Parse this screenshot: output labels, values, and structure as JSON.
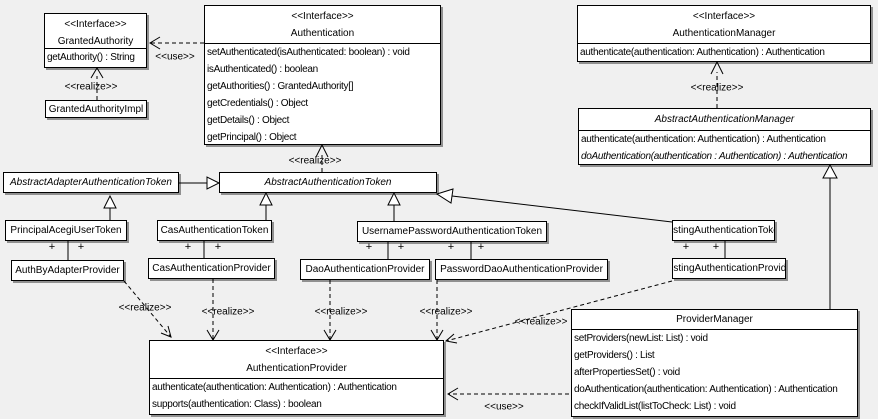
{
  "diagram": {
    "background_color": "#f0f0f0",
    "box_fill": "#ffffff",
    "line_color": "#000000"
  },
  "edges": {
    "realize_label": "<<realize>>",
    "use_label": "<<use>>",
    "plus_label": "+"
  },
  "classes": {
    "granted_authority": {
      "stereotype": "<<Interface>>",
      "name": "GrantedAuthority",
      "methods": [
        "getAuthority() : String"
      ]
    },
    "granted_authority_impl": {
      "name": "GrantedAuthorityImpl"
    },
    "authentication": {
      "stereotype": "<<Interface>>",
      "name": "Authentication",
      "methods": [
        "setAuthenticated(isAuthenticated: boolean) : void",
        "isAuthenticated() : boolean",
        "getAuthorities() : GrantedAuthority[]",
        "getCredentials() : Object",
        "getDetails() : Object",
        "getPrincipal() : Object"
      ]
    },
    "authentication_manager": {
      "stereotype": "<<Interface>>",
      "name": "AuthenticationManager",
      "methods": [
        "authenticate(authentication: Authentication) : Authentication"
      ]
    },
    "abstract_authentication_manager": {
      "name": "AbstractAuthenticationManager",
      "methods": [
        "authenticate(authentication: Authentication) : Authentication",
        "doAuthentication(authentication : Authentication) : Authentication"
      ]
    },
    "abstract_adapter_authentication_token": {
      "name": "AbstractAdapterAuthenticationToken"
    },
    "abstract_authentication_token": {
      "name": "AbstractAuthenticationToken"
    },
    "principal_acegi_user_token": {
      "name": "PrincipalAcegiUserToken"
    },
    "cas_authentication_token": {
      "name": "CasAuthenticationToken"
    },
    "username_password_authentication_token": {
      "name": "UsernamePasswordAuthenticationToken"
    },
    "testing_authentication_token": {
      "name": "TestingAuthenticationToken"
    },
    "auth_by_adapter_provider": {
      "name": "AuthByAdapterProvider"
    },
    "cas_authentication_provider": {
      "name": "CasAuthenticationProvider"
    },
    "dao_authentication_provider": {
      "name": "DaoAuthenticationProvider"
    },
    "password_dao_authentication_provider": {
      "name": "PasswordDaoAuthenticationProvider"
    },
    "testing_authentication_provider": {
      "name": "TestingAuthenticationProvider"
    },
    "authentication_provider": {
      "stereotype": "<<Interface>>",
      "name": "AuthenticationProvider",
      "methods": [
        "authenticate(authentication: Authentication) : Authentication",
        "supports(authentication: Class) : boolean"
      ]
    },
    "provider_manager": {
      "name": "ProviderManager",
      "methods": [
        "setProviders(newList: List) : void",
        "getProviders() : List",
        "afterPropertiesSet() : void",
        "doAuthentication(authentication: Authentication) : Authentication",
        "checkIfValidList(listToCheck: List) : void"
      ]
    }
  }
}
